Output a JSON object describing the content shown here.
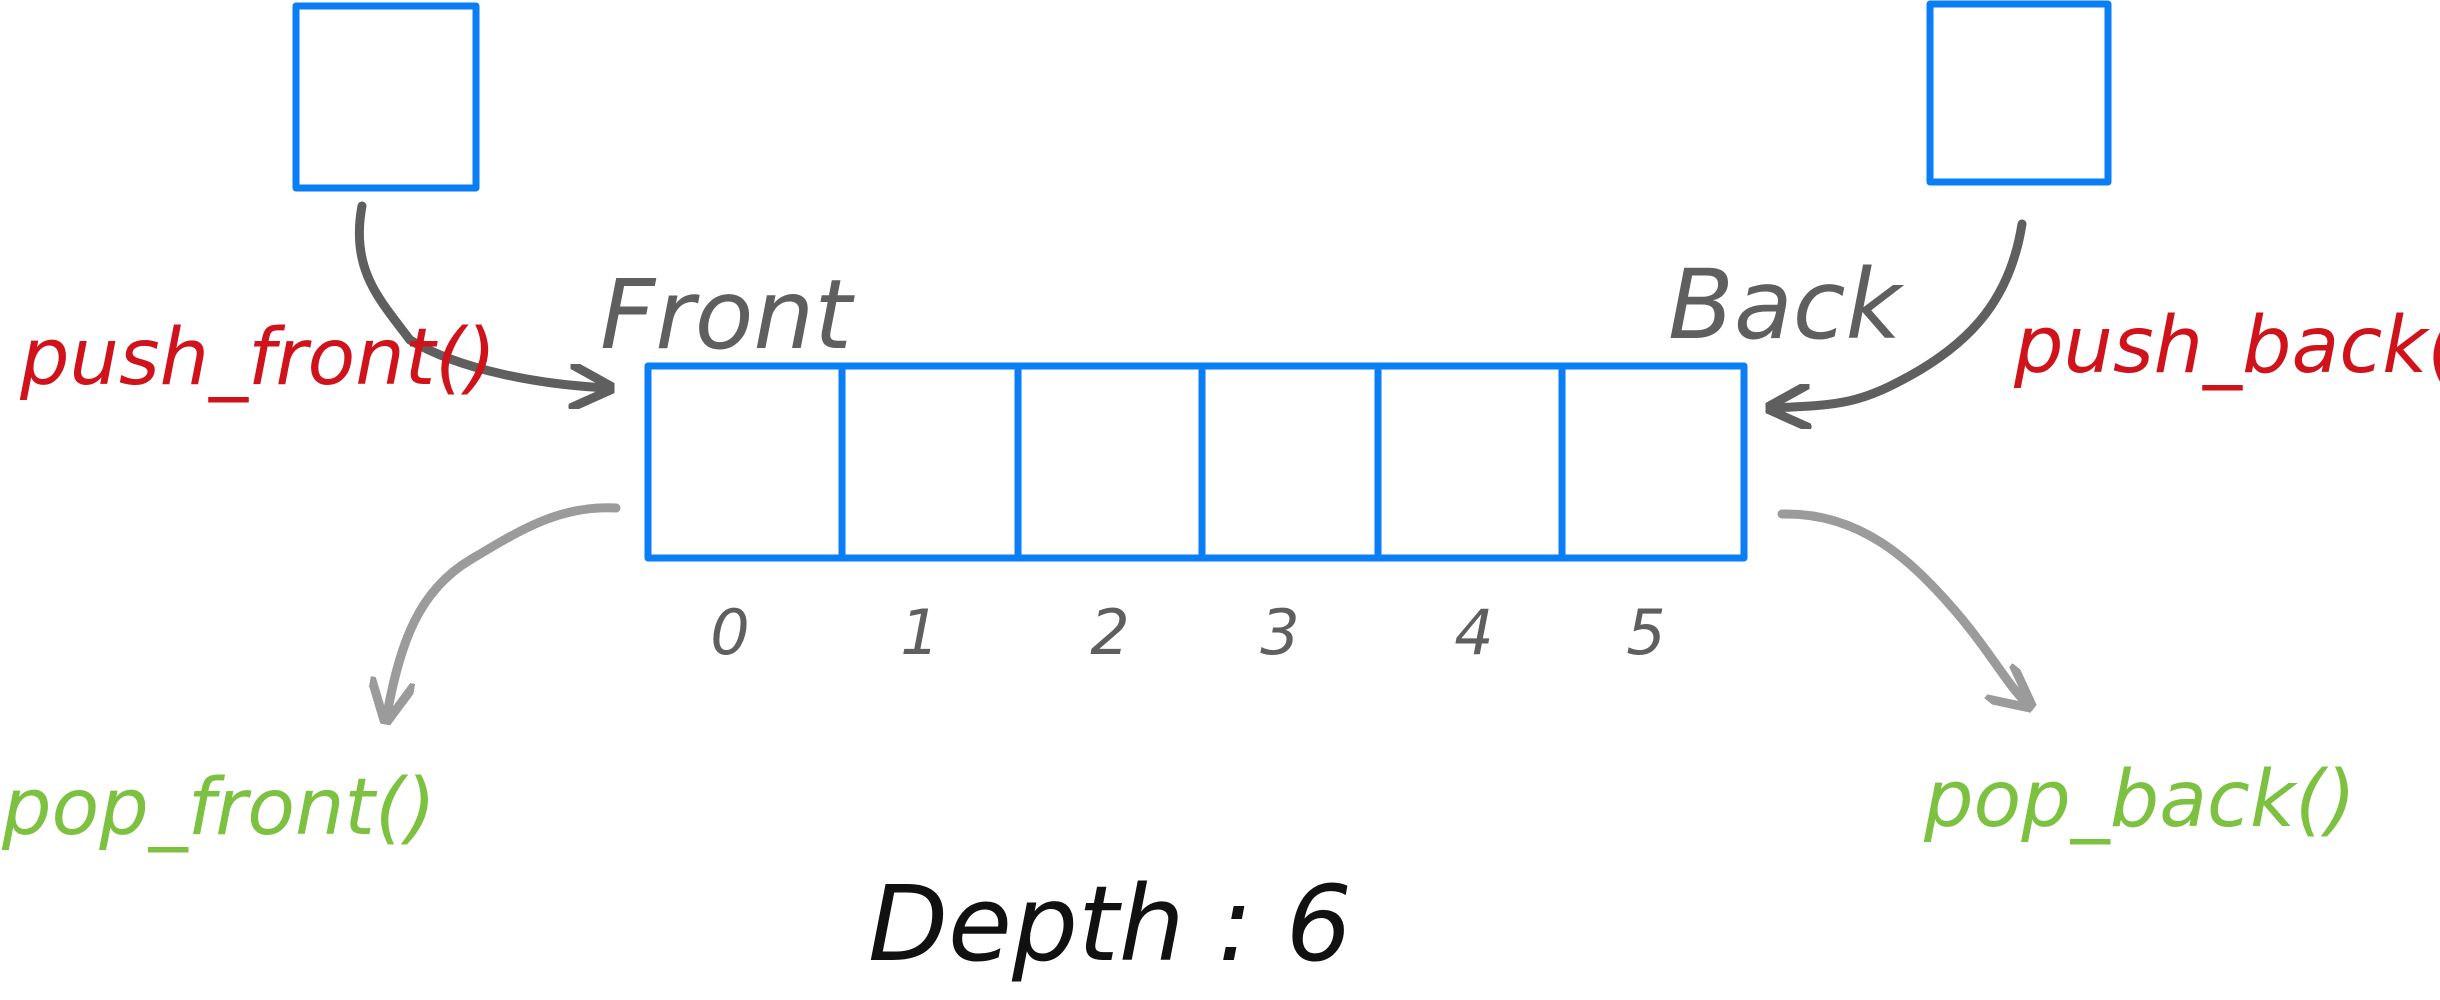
{
  "colors": {
    "box": "#0a7ef5",
    "push": "#d0121b",
    "pop": "#7cc140",
    "label": "#5f5f5f",
    "pop_arrow": "#9b9b9b",
    "text": "#111111"
  },
  "labels": {
    "front": "Front",
    "back": "Back",
    "push_front": "push_front()",
    "push_back": "push_back()",
    "pop_front": "pop_front()",
    "pop_back": "pop_back()",
    "depth": "Depth : 6"
  },
  "indices": [
    "0",
    "1",
    "2",
    "3",
    "4",
    "5"
  ]
}
